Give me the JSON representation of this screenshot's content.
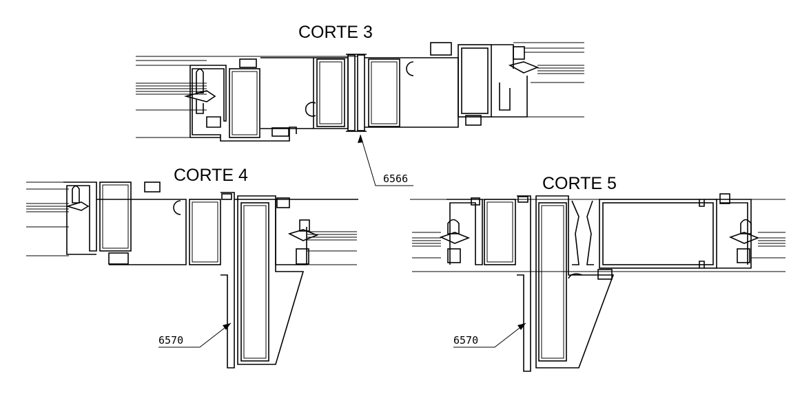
{
  "sections": [
    {
      "title": "CORTE 3",
      "reference": "6566"
    },
    {
      "title": "CORTE 4",
      "reference": "6570"
    },
    {
      "title": "CORTE 5",
      "reference": "6570"
    }
  ]
}
